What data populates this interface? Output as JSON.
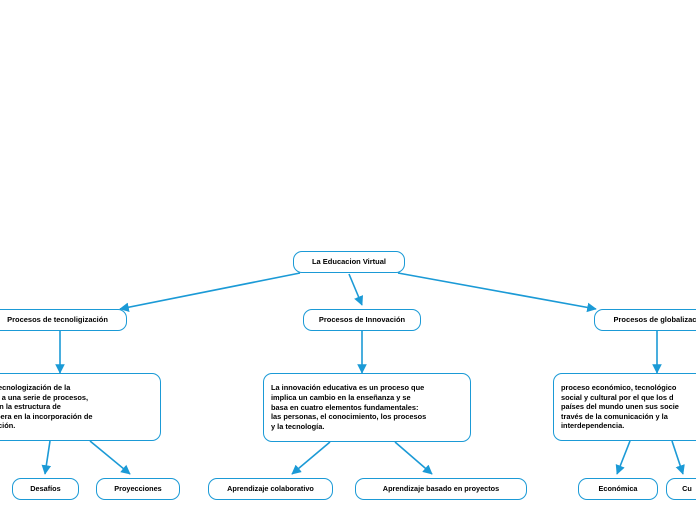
{
  "diagram": {
    "type": "concept-map",
    "edge_color": "#1b9ad6",
    "node_border_color": "#1b9ad6",
    "node_fill": "#ffffff",
    "root": {
      "label": "La Educacion Virtual"
    },
    "branches": [
      {
        "heading": "Procesos de tecnoligización",
        "description": "s que la tecnologización de la\nón refiere a una serie de procesos,\nes develan la estructura de\nes que opera en la incorporación de\nen educación.",
        "children": [
          {
            "label": "Desafíos"
          },
          {
            "label": "Proyecciones"
          }
        ]
      },
      {
        "heading": "Procesos de Innovación",
        "description": "La innovación educativa es un proceso que\nimplica un cambio en la enseñanza y se\nbasa en cuatro elementos fundamentales:\nlas personas, el conocimiento, los procesos\ny la tecnología.",
        "children": [
          {
            "label": "Aprendizaje colaborativo"
          },
          {
            "label": "Aprendizaje basado en proyectos"
          }
        ]
      },
      {
        "heading": "Procesos de globalizac",
        "description": " proceso económico, tecnológico\nsocial y cultural por el que los d\npaíses del mundo unen sus socie\ntravés de la comunicación y la\ninterdependencia.",
        "children": [
          {
            "label": "Económica"
          },
          {
            "label": "Cu"
          }
        ]
      }
    ]
  }
}
